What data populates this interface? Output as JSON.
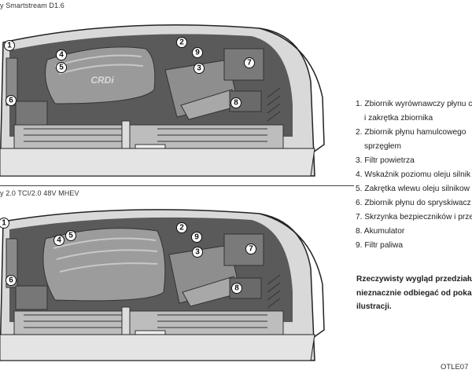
{
  "engines": [
    {
      "label": "y Smartstream D1.6",
      "embossed_logo": "CRDi"
    },
    {
      "label": "y 2.0 TCI/2.0 48V MHEV",
      "embossed_logo": ""
    }
  ],
  "callouts": [
    "1",
    "2",
    "3",
    "4",
    "5",
    "6",
    "7",
    "8",
    "9"
  ],
  "legend": [
    {
      "num": "1.",
      "text": "Zbiornik wyrównawczy płynu c",
      "cont": "i zakrętka zbiornika"
    },
    {
      "num": "2.",
      "text": "Zbiornik płynu hamulcowego",
      "cont": "sprzęgłem"
    },
    {
      "num": "3.",
      "text": "Filtr powietrza",
      "cont": ""
    },
    {
      "num": "4.",
      "text": "Wskaźnik poziomu oleju silnik",
      "cont": ""
    },
    {
      "num": "5.",
      "text": "Zakrętka wlewu oleju silnikow",
      "cont": ""
    },
    {
      "num": "6.",
      "text": "Zbiornik płynu do spryskiwacz",
      "cont": ""
    },
    {
      "num": "7.",
      "text": "Skrzynka bezpieczników i prze",
      "cont": ""
    },
    {
      "num": "8.",
      "text": "Akumulator",
      "cont": ""
    },
    {
      "num": "9.",
      "text": "Filtr paliwa",
      "cont": ""
    }
  ],
  "note": {
    "line1": "Rzeczywisty wygląd przedziału",
    "line2": "nieznacznie odbiegać od poka",
    "line3": "ilustracji."
  },
  "figure_code": "OTLE07"
}
